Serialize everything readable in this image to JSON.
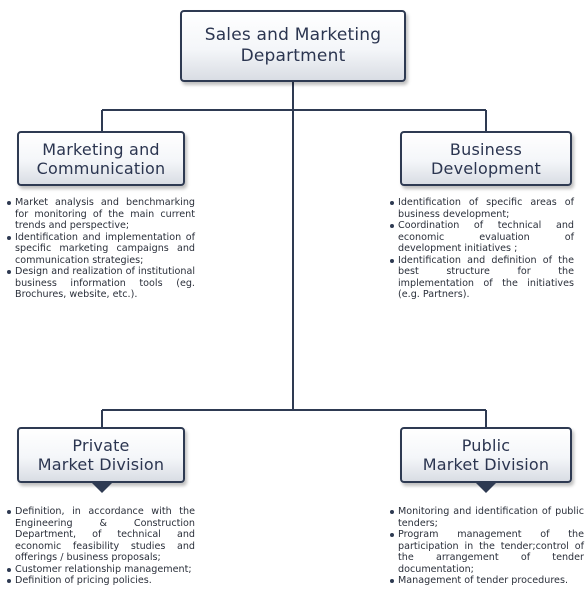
{
  "root": {
    "line1": "Sales and Marketing",
    "line2": "Department"
  },
  "units": [
    {
      "line1": "Marketing and",
      "line2": "Communication",
      "items": [
        "Market analysis and benchmarking for monitoring of the main current trends and perspective;",
        "Identification and implementation of specific marketing campaigns and communication strategies;",
        "Design and realization of institutional business information tools (eg. Brochures, website, etc.)."
      ]
    },
    {
      "line1": "Business",
      "line2": "Development",
      "items": [
        "Identification of specific areas of business development;",
        "Coordination of technical and economic evaluation of development initiatives ;",
        "Identification and definition of the best structure for the implementation of the initiatives (e.g. Partners)."
      ]
    },
    {
      "line1": "Private",
      "line2": "Market Division",
      "items": [
        "Definition, in accordance with the Engineering & Construction Department, of technical and economic feasibility studies and offerings / business proposals;",
        "Customer relationship management;",
        "Definition of pricing policies."
      ]
    },
    {
      "line1": "Public",
      "line2": "Market Division",
      "items": [
        "Monitoring and identification of public tenders;",
        "Program management of the participation in the tender;control of the arrangement of tender documentation;",
        "Management of tender procedures."
      ]
    }
  ],
  "colors": {
    "box_border": "#2e3a52",
    "connector": "#2e3a52",
    "text": "#2a2f3a"
  }
}
